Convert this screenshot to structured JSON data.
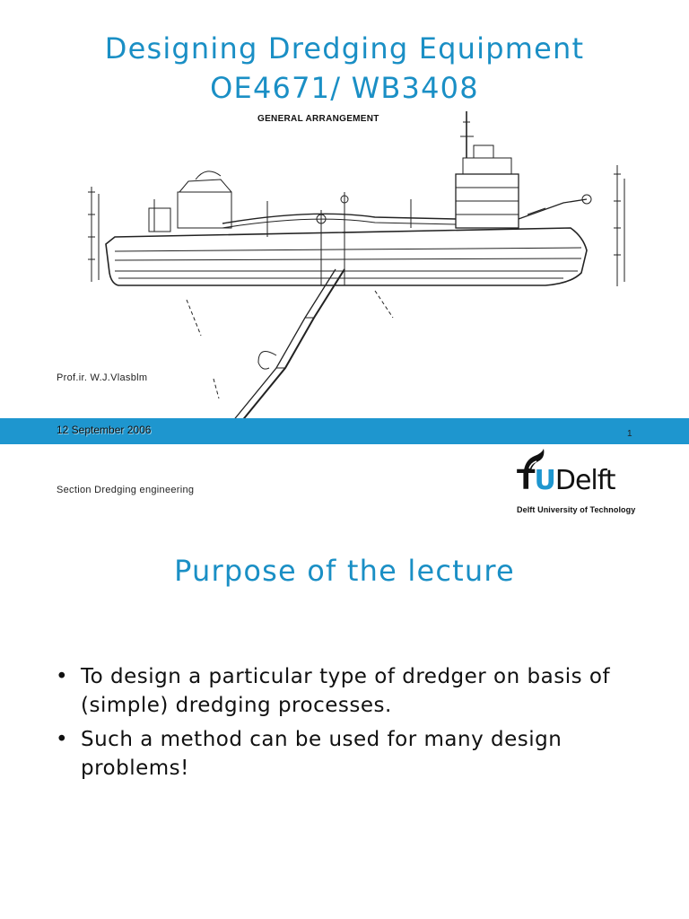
{
  "slide1": {
    "title_line1": "Designing Dredging Equipment",
    "title_line2": "OE4671/ WB3408",
    "drawing_caption": "GENERAL ARRANGEMENT",
    "author": "Prof.ir. W.J.Vlasblm",
    "date": "12 September 2006",
    "page_number": "1",
    "section": "Section Dredging engineering",
    "logo": {
      "brand_t": "T",
      "brand_u": "U",
      "brand_rest": "Delft",
      "subtitle": "Delft University of Technology",
      "icon": "flame-icon"
    },
    "colors": {
      "accent": "#1e96cf",
      "title": "#1a8fc5"
    }
  },
  "slide2": {
    "title": "Purpose of the lecture",
    "bullets": [
      {
        "symbol": "•",
        "text": "To design a particular type of dredger on basis of (simple) dredging processes."
      },
      {
        "symbol": "•",
        "text": "Such a method can be used for many design problems!"
      }
    ]
  }
}
